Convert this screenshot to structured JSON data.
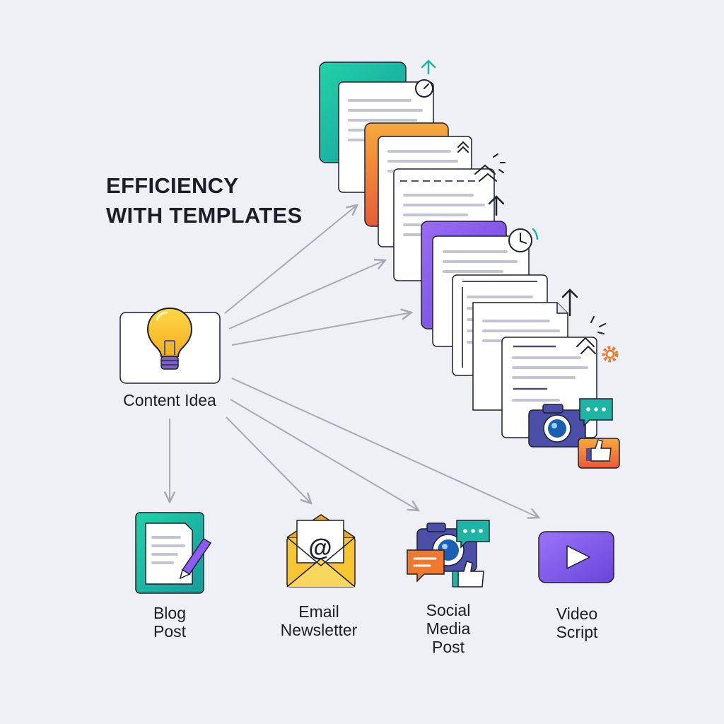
{
  "title": {
    "line1": "EFFICIENCY",
    "line2": "WITH TEMPLATES"
  },
  "source": {
    "label": "Content Idea",
    "icon": "lightbulb-icon"
  },
  "outputs": [
    {
      "lines": [
        "Blog",
        "Post"
      ],
      "icon": "blog-post-icon",
      "color": "#1fb5a4"
    },
    {
      "lines": [
        "Email",
        "Newsletter"
      ],
      "icon": "email-envelope-icon",
      "color": "#f3c21b"
    },
    {
      "lines": [
        "Social",
        "Media",
        "Post"
      ],
      "icon": "social-media-icon",
      "color": "#4b4fa8"
    },
    {
      "lines": [
        "Video",
        "Script"
      ],
      "icon": "video-play-icon",
      "color": "#7b55e8"
    }
  ],
  "colors": {
    "background": "#eef0f6",
    "teal": "#1fb5a4",
    "orange": "#f0792f",
    "purple": "#7b55e8",
    "yellow": "#f7c531",
    "arrow": "#a7a9b4"
  }
}
